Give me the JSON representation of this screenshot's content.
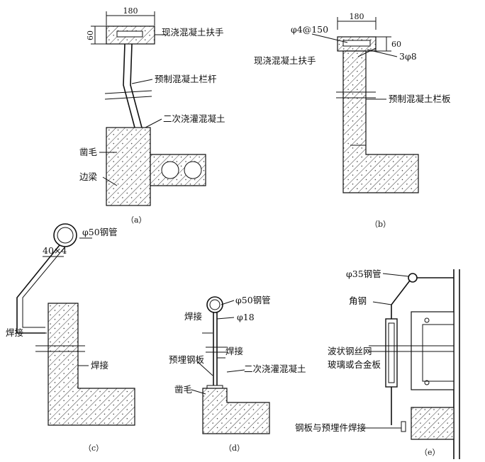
{
  "panels": {
    "a": {
      "caption": "（a）",
      "labels": {
        "cast_handrail": "现浇混凝土扶手",
        "precast_post": "预制混凝土栏杆",
        "secondary_grout": "二次浇灌混凝土",
        "chisel_rough": "凿毛",
        "edge_beam": "边梁"
      },
      "dims": {
        "width": "180",
        "height": "60"
      }
    },
    "b": {
      "caption": "（b）",
      "labels": {
        "rebar_spacing": "φ4@150",
        "cast_handrail": "现浇混凝土扶手",
        "rebar": "3φ8",
        "precast_panel": "预制混凝土栏板"
      },
      "dims": {
        "width": "180",
        "height": "60"
      }
    },
    "c": {
      "caption": "（c）",
      "labels": {
        "pipe": "φ50钢管",
        "flat_bar": "40×4",
        "weld_left": "焊接",
        "weld_right": "焊接"
      }
    },
    "d": {
      "caption": "（d）",
      "labels": {
        "pipe": "φ50钢管",
        "weld_top": "焊接",
        "bar": "φ18",
        "embed_plate": "预埋钢板",
        "weld_mid": "焊接",
        "secondary_grout": "二次浇灌混凝土",
        "chisel_rough": "凿毛"
      }
    },
    "e": {
      "caption": "（e）",
      "labels": {
        "pipe": "φ35钢管",
        "angle": "角钢",
        "wire_glass_1": "波状钢丝网",
        "wire_glass_2": "玻璃或合金板",
        "plate_weld": "钢板与预埋件焊接"
      }
    }
  }
}
